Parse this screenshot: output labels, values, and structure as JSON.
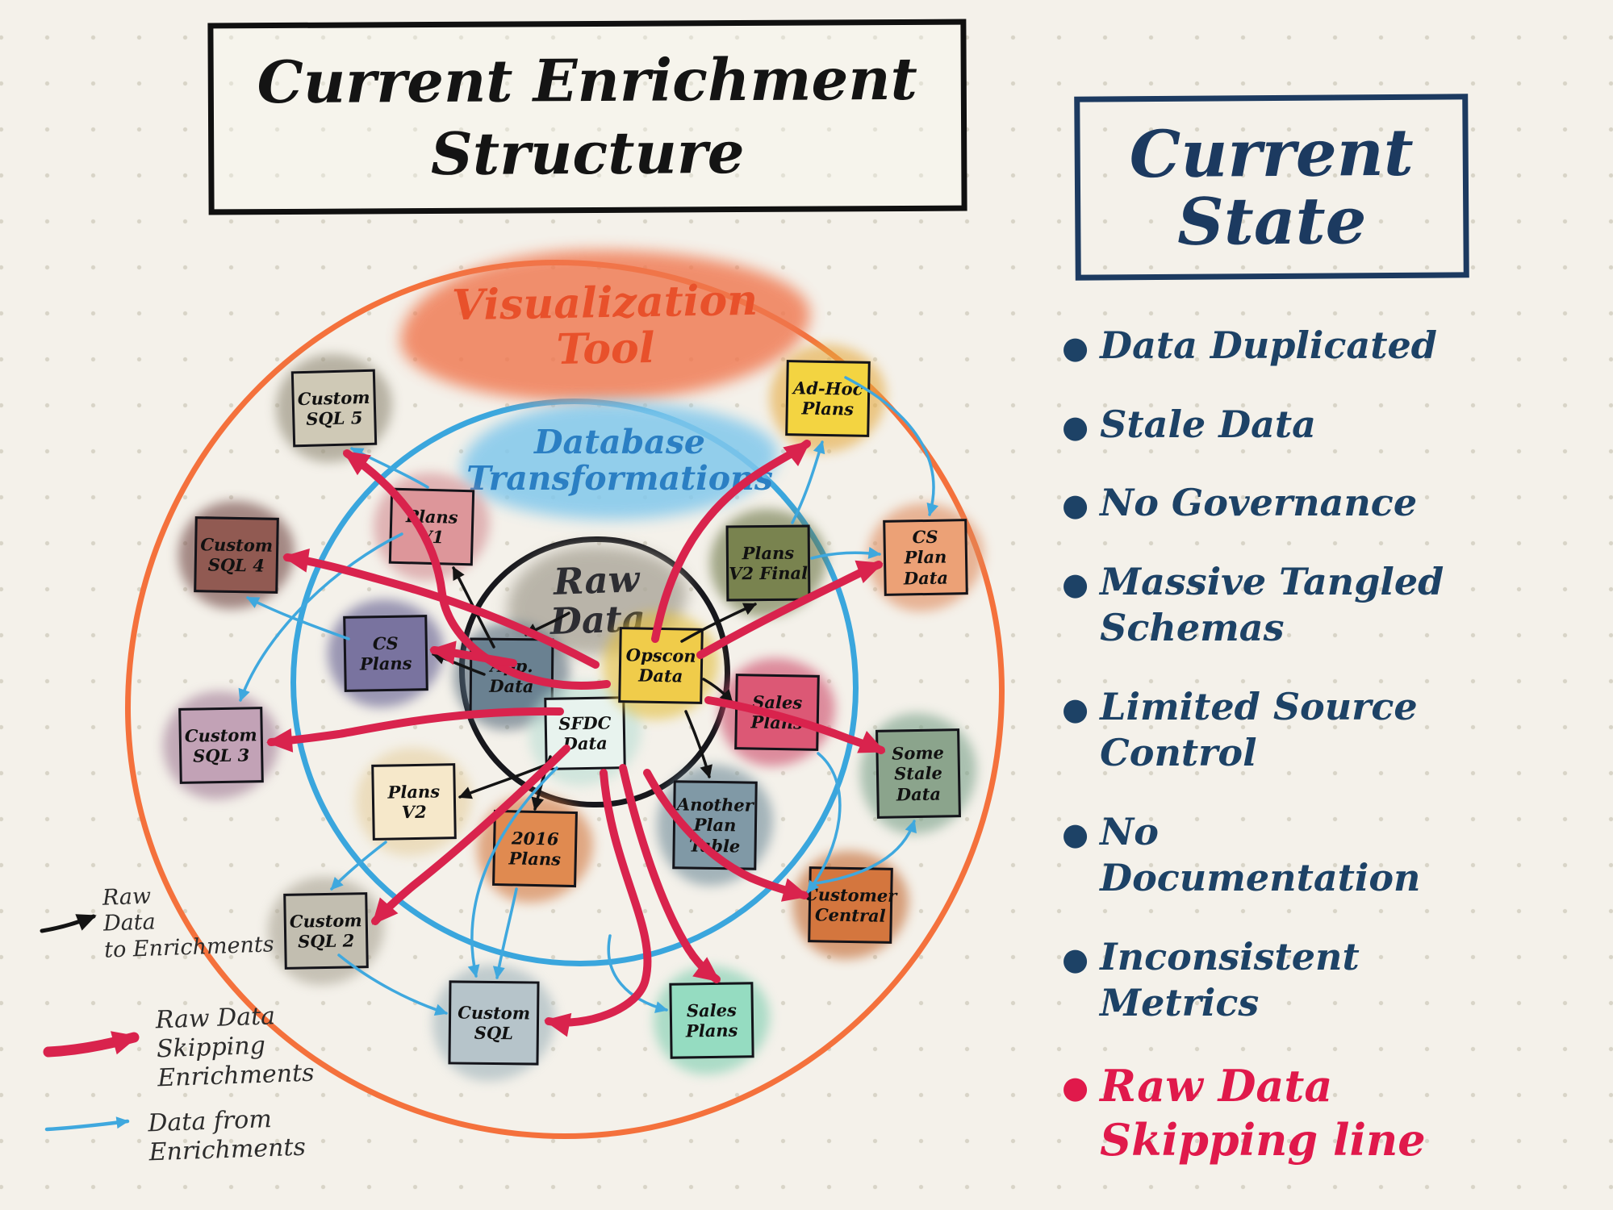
{
  "title": "Current Enrichment\nStructure",
  "rings": {
    "outer_label": "Visualization\nTool",
    "middle_label": "Database\nTransformations",
    "inner_label": "Raw\nData"
  },
  "nodes": [
    {
      "name": "custom-sql-5",
      "label": "Custom\nSQL 5"
    },
    {
      "name": "custom-sql-4",
      "label": "Custom\nSQL 4"
    },
    {
      "name": "custom-sql-3",
      "label": "Custom\nSQL 3"
    },
    {
      "name": "plans-v1",
      "label": "Plans\nV1"
    },
    {
      "name": "cs-plans",
      "label": "CS\nPlans"
    },
    {
      "name": "app-data",
      "label": "App.\nData"
    },
    {
      "name": "sfdc-data",
      "label": "SFDC\nData"
    },
    {
      "name": "opscon-data",
      "label": "Opscon\nData"
    },
    {
      "name": "plans-v2-final",
      "label": "Plans\nV2 Final"
    },
    {
      "name": "ad-hoc-plans",
      "label": "Ad-Hoc\nPlans"
    },
    {
      "name": "cs-plan-data",
      "label": "CS\nPlan Data"
    },
    {
      "name": "sales-plans-transform",
      "label": "Sales\nPlans"
    },
    {
      "name": "some-stale-data",
      "label": "Some\nStale\nData"
    },
    {
      "name": "another-plan-table",
      "label": "Another\nPlan\nTable"
    },
    {
      "name": "plans-v2",
      "label": "Plans\nV2"
    },
    {
      "name": "plans-2016",
      "label": "2016\nPlans"
    },
    {
      "name": "custom-sql-2",
      "label": "Custom\nSQL 2"
    },
    {
      "name": "custom-sql",
      "label": "Custom\nSQL"
    },
    {
      "name": "sales-plans-viz",
      "label": "Sales\nPlans"
    },
    {
      "name": "customer-central",
      "label": "Customer\nCentral"
    }
  ],
  "legend": {
    "items": [
      {
        "name": "raw-data-to-enrichments",
        "label": "Raw\nData\nto Enrichments"
      },
      {
        "name": "raw-data-skipping-enrichments",
        "label": "Raw Data\nSkipping\nEnrichments"
      },
      {
        "name": "data-from-enrichments",
        "label": "Data from\nEnrichments"
      }
    ]
  },
  "side_panel": {
    "title": "Current\nState",
    "items": [
      "Data Duplicated",
      "Stale Data",
      "No Governance",
      "Massive Tangled Schemas",
      "Limited Source\nControl",
      "No\nDocumentation",
      "Inconsistent\nMetrics"
    ],
    "highlight": "Raw Data\nSkipping line"
  },
  "colors": {
    "background": "#f4f1ea",
    "outer_ring": "#f4713c",
    "middle_ring": "#3aa6dd",
    "inner_ring": "#17171c",
    "red_arrow": "#d9234d",
    "blue_arrow": "#3fa8de",
    "black_arrow": "#141414",
    "navy_text": "#1d4266",
    "highlight_text": "#e0194b"
  }
}
